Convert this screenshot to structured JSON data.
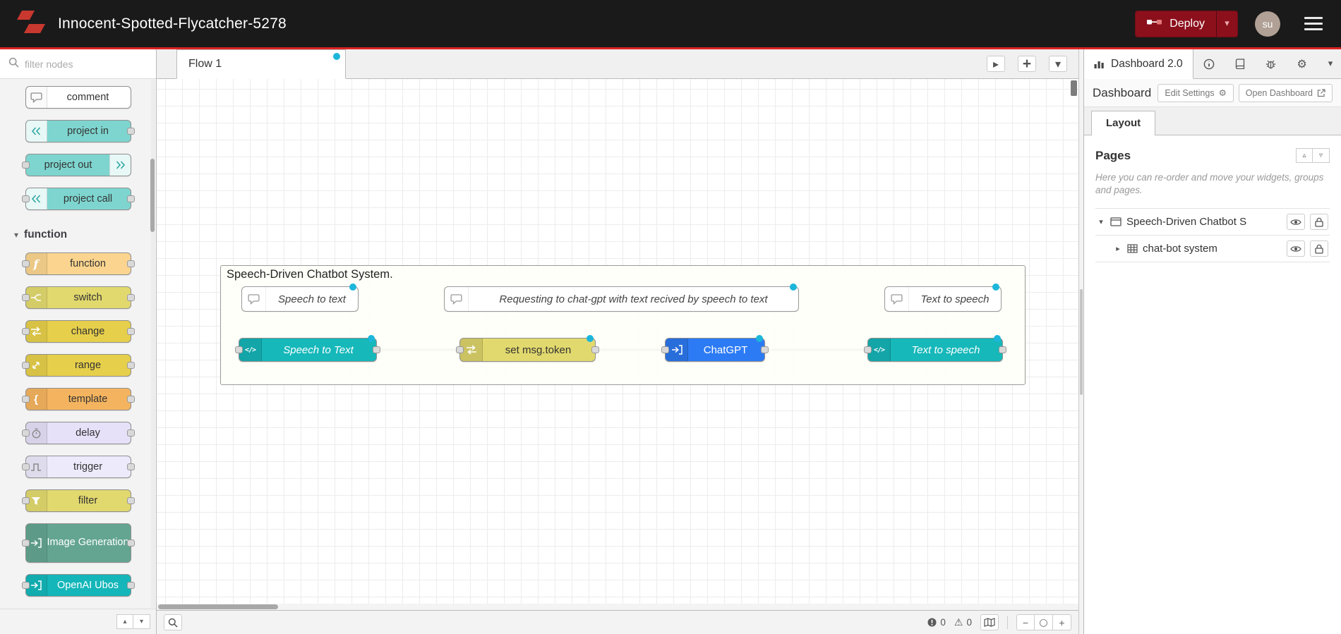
{
  "header": {
    "title": "Innocent-Spotted-Flycatcher-5278",
    "deploy_label": "Deploy",
    "user_initials": "su"
  },
  "colors": {
    "header_bg": "#1a1a1a",
    "accent_red": "#8C101C",
    "header_underline": "#dd2222",
    "changed_dot": "#1cb6db",
    "wire": "#999999"
  },
  "palette": {
    "search_placeholder": "filter nodes",
    "top_nodes": [
      {
        "label": "comment",
        "color": "#ffffff",
        "text_color": "#333333"
      },
      {
        "label": "project in",
        "color": "#7ed5cf",
        "text_color": "#333333"
      },
      {
        "label": "project out",
        "color": "#7ed5cf",
        "text_color": "#333333"
      },
      {
        "label": "project call",
        "color": "#7ed5cf",
        "text_color": "#333333"
      }
    ],
    "section_label": "function",
    "function_nodes": [
      {
        "label": "function",
        "color": "#fbd58f",
        "text_color": "#333333"
      },
      {
        "label": "switch",
        "color": "#e2d96e",
        "text_color": "#333333"
      },
      {
        "label": "change",
        "color": "#e6cf4a",
        "text_color": "#333333"
      },
      {
        "label": "range",
        "color": "#e6cf4a",
        "text_color": "#333333"
      },
      {
        "label": "template",
        "color": "#f4b45f",
        "text_color": "#333333"
      },
      {
        "label": "delay",
        "color": "#e6e0f8",
        "text_color": "#333333"
      },
      {
        "label": "trigger",
        "color": "#eceafb",
        "text_color": "#333333"
      },
      {
        "label": "filter",
        "color": "#e2d96e",
        "text_color": "#333333"
      },
      {
        "label": "Image Generation",
        "color": "#63a591",
        "text_color": "#ffffff"
      },
      {
        "label": "OpenAI Ubos",
        "color": "#14b6b9",
        "text_color": "#ffffff"
      }
    ]
  },
  "workspace": {
    "tab_label": "Flow 1",
    "group_label": "Speech-Driven Chatbot System.",
    "comments": [
      {
        "label": "Speech to text"
      },
      {
        "label": "Requesting to chat-gpt with text recived by speech to text"
      },
      {
        "label": "Text to speech"
      }
    ],
    "nodes": [
      {
        "label": "Speech to Text",
        "color": "#16b8ba",
        "text_color": "#ffffff"
      },
      {
        "label": "set msg.token",
        "color": "#e2d96e",
        "text_color": "#333333"
      },
      {
        "label": "ChatGPT",
        "color": "#2d7bf4",
        "text_color": "#ffffff"
      },
      {
        "label": "Text to speech",
        "color": "#16b8ba",
        "text_color": "#ffffff"
      }
    ],
    "footer": {
      "error_count": "0",
      "warning_count": "0"
    }
  },
  "sidebar": {
    "active_tab": "Dashboard 2.0",
    "panel_title": "Dashboard",
    "edit_settings_label": "Edit Settings",
    "open_dashboard_label": "Open Dashboard",
    "layout_tab": "Layout",
    "pages_title": "Pages",
    "help_text": "Here you can re-order and move your widgets, groups and pages.",
    "tree": [
      {
        "label": "Speech-Driven Chatbot S"
      },
      {
        "label": "chat-bot system"
      }
    ]
  }
}
